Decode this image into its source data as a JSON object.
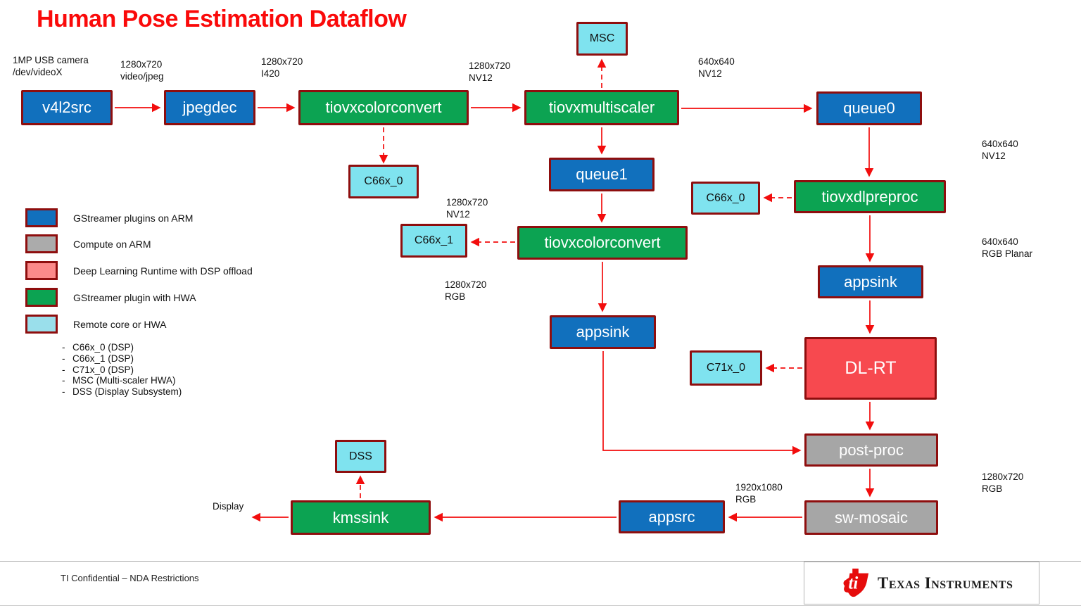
{
  "title": "Human Pose Estimation Dataflow",
  "nodes": {
    "v4l2src": {
      "label": "v4l2src",
      "type": "gstreamer-plugin-on-arm"
    },
    "jpegdec": {
      "label": "jpegdec",
      "type": "gstreamer-plugin-on-arm"
    },
    "colorconvert1": {
      "label": "tiovxcolorconvert",
      "type": "gstreamer-plugin-with-hwa"
    },
    "multiscaler": {
      "label": "tiovxmultiscaler",
      "type": "gstreamer-plugin-with-hwa"
    },
    "queue0": {
      "label": "queue0",
      "type": "gstreamer-plugin-on-arm"
    },
    "queue1": {
      "label": "queue1",
      "type": "gstreamer-plugin-on-arm"
    },
    "msc": {
      "label": "MSC",
      "type": "remote-core-or-hwa"
    },
    "c66x_0_a": {
      "label": "C66x_0",
      "type": "remote-core-or-hwa"
    },
    "c66x_0_b": {
      "label": "C66x_0",
      "type": "remote-core-or-hwa"
    },
    "c66x_1": {
      "label": "C66x_1",
      "type": "remote-core-or-hwa"
    },
    "c71x_0": {
      "label": "C71x_0",
      "type": "remote-core-or-hwa"
    },
    "dlpreproc": {
      "label": "tiovxdlpreproc",
      "type": "gstreamer-plugin-with-hwa"
    },
    "colorconvert2": {
      "label": "tiovxcolorconvert",
      "type": "gstreamer-plugin-with-hwa"
    },
    "appsink_right": {
      "label": "appsink",
      "type": "gstreamer-plugin-on-arm"
    },
    "appsink_mid": {
      "label": "appsink",
      "type": "gstreamer-plugin-on-arm"
    },
    "dlrt": {
      "label": "DL-RT",
      "type": "deep-learning-runtime-with-dsp-offload"
    },
    "postproc": {
      "label": "post-proc",
      "type": "compute-on-arm"
    },
    "swmosaic": {
      "label": "sw-mosaic",
      "type": "compute-on-arm"
    },
    "appsrc": {
      "label": "appsrc",
      "type": "gstreamer-plugin-on-arm"
    },
    "kmssink": {
      "label": "kmssink",
      "type": "gstreamer-plugin-with-hwa"
    },
    "dss": {
      "label": "DSS",
      "type": "remote-core-or-hwa"
    }
  },
  "annotations": {
    "cam": "1MP USB camera\n/dev/videoX",
    "jpeg": "1280x720\nvideo/jpeg",
    "i420": "1280x720\nI420",
    "nv12_a": "1280x720\nNV12",
    "nv640_a": "640x640\nNV12",
    "nv640_b": "640x640\nNV12",
    "nv12_mid": "1280x720\nNV12",
    "rgb_mid": "1280x720\nRGB",
    "rgb_planar": "640x640\nRGB Planar",
    "rgb_1920": "1920x1080\nRGB",
    "rgb_right": "1280x720\nRGB",
    "display": "Display"
  },
  "edges": [
    {
      "from": "v4l2src",
      "to": "jpegdec",
      "style": "solid"
    },
    {
      "from": "jpegdec",
      "to": "colorconvert1",
      "style": "solid"
    },
    {
      "from": "colorconvert1",
      "to": "multiscaler",
      "style": "solid"
    },
    {
      "from": "colorconvert1",
      "to": "c66x_0_a",
      "style": "dashed"
    },
    {
      "from": "multiscaler",
      "to": "msc",
      "style": "dashed"
    },
    {
      "from": "multiscaler",
      "to": "queue0",
      "style": "solid"
    },
    {
      "from": "multiscaler",
      "to": "queue1",
      "style": "solid"
    },
    {
      "from": "queue0",
      "to": "dlpreproc",
      "style": "solid"
    },
    {
      "from": "queue1",
      "to": "colorconvert2",
      "style": "solid"
    },
    {
      "from": "colorconvert2",
      "to": "c66x_1",
      "style": "dashed"
    },
    {
      "from": "dlpreproc",
      "to": "c66x_0_b",
      "style": "dashed"
    },
    {
      "from": "dlpreproc",
      "to": "appsink_right",
      "style": "solid"
    },
    {
      "from": "colorconvert2",
      "to": "appsink_mid",
      "style": "solid"
    },
    {
      "from": "appsink_right",
      "to": "dlrt",
      "style": "solid"
    },
    {
      "from": "dlrt",
      "to": "c71x_0",
      "style": "dashed"
    },
    {
      "from": "dlrt",
      "to": "postproc",
      "style": "solid"
    },
    {
      "from": "appsink_mid",
      "to": "postproc",
      "style": "solid"
    },
    {
      "from": "postproc",
      "to": "swmosaic",
      "style": "solid"
    },
    {
      "from": "swmosaic",
      "to": "appsrc",
      "style": "solid"
    },
    {
      "from": "appsrc",
      "to": "kmssink",
      "style": "solid"
    },
    {
      "from": "kmssink",
      "to": "dss",
      "style": "dashed"
    },
    {
      "from": "kmssink",
      "to": "display",
      "style": "solid"
    }
  ],
  "legend": {
    "items": [
      {
        "color": "#1170bd",
        "label": "GStreamer plugins on ARM"
      },
      {
        "color": "#ababab",
        "label": "Compute on ARM"
      },
      {
        "color": "#fb8a8a",
        "label": "Deep Learning Runtime with DSP offload"
      },
      {
        "color": "#0ca352",
        "label": "GStreamer plugin with HWA"
      },
      {
        "color": "#9adfeb",
        "label": "Remote core or HWA"
      }
    ],
    "cores": [
      "C66x_0 (DSP)",
      "C66x_1 (DSP)",
      "C71x_0 (DSP)",
      "MSC (Multi-scaler HWA)",
      "DSS (Display Subsystem)"
    ]
  },
  "footer": {
    "confidential": "TI Confidential – NDA Restrictions",
    "brand": "Texas Instruments"
  },
  "colors": {
    "title": "#fa0a0a",
    "node_border": "#8e0e0e",
    "arrow": "#f20d0d",
    "blue": "#1170bd",
    "green": "#0ca352",
    "gray": "#a6a6a6",
    "red": "#f7494f",
    "cyan": "#7fe3ef"
  }
}
